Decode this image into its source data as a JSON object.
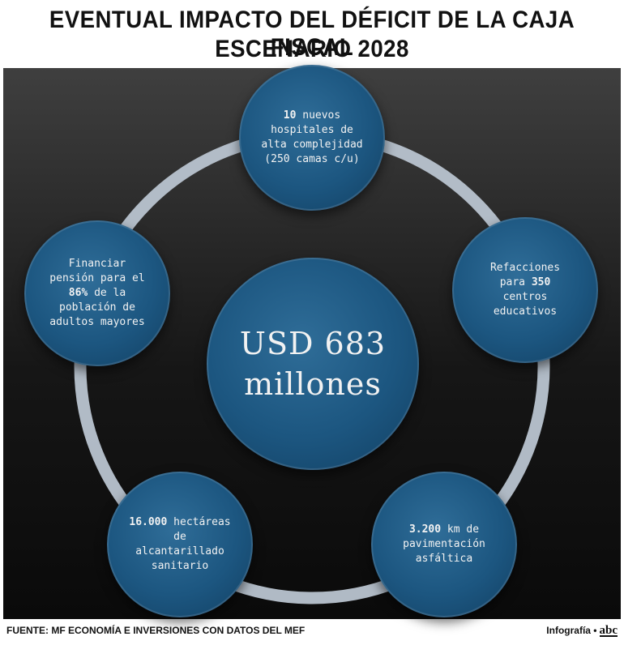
{
  "title": {
    "line1": "EVENTUAL IMPACTO DEL DÉFICIT DE LA CAJA FISCAL",
    "line2": "ESCENARIO 2028"
  },
  "center": {
    "line1": "USD 683",
    "line2": "millones"
  },
  "nodes": {
    "hospitals": {
      "bold": "10",
      "rest": " nuevos hospitales de alta complejidad (250 camas c/u)"
    },
    "schools": {
      "before": "Refacciones para ",
      "bold": "350",
      "after": " centros educativos"
    },
    "roads": {
      "bold": "3.200",
      "rest": " km de pavimentación asfáltica"
    },
    "sewer": {
      "bold": "16.000",
      "rest": " hectáreas de alcantarillado sanitario"
    },
    "pension": {
      "before": "Financiar pensión para el ",
      "bold": "86%",
      "after": " de la población de adultos mayores"
    }
  },
  "footer": {
    "source": "FUENTE: MF ECONOMÍA E INVERSIONES CON DATOS DEL MEF",
    "credit": "Infografía •",
    "logo": "abc"
  },
  "colors": {
    "node": "#1c5680",
    "ring": "#b9c4d0",
    "background": "#1a1a1a"
  }
}
